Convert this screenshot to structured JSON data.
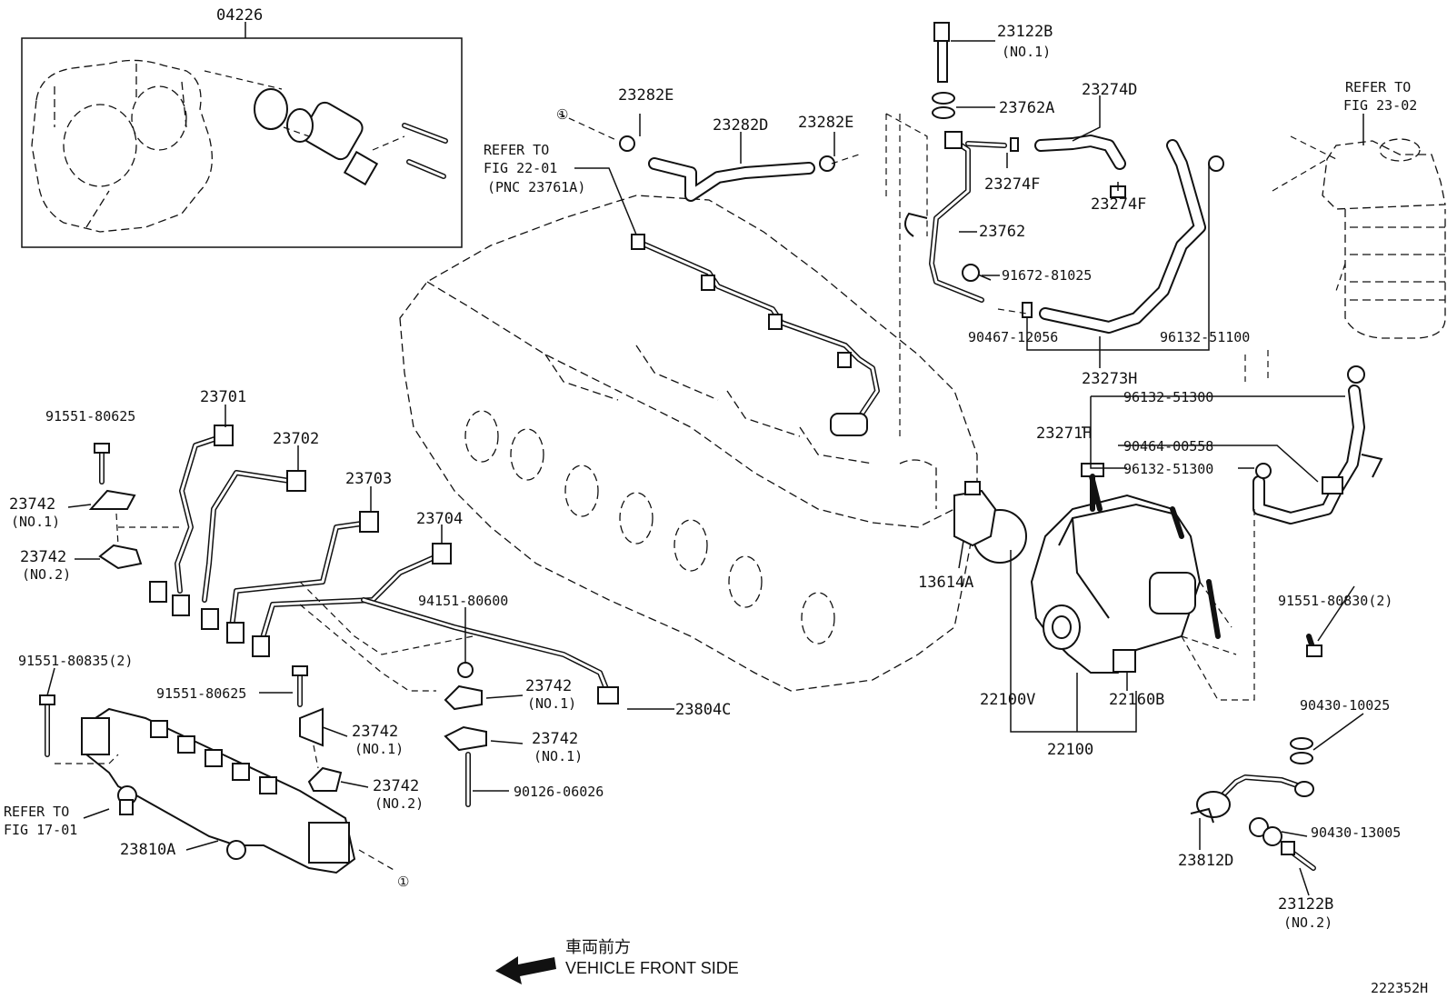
{
  "figure_id": "222352H",
  "kit_box_label": "04226",
  "direction": {
    "jp": "車両前方",
    "en": "VEHICLE FRONT SIDE",
    "arrow_icon": "arrow-left-icon"
  },
  "markers": {
    "circle_one": "①"
  },
  "refer_notes": {
    "fig_22_01": {
      "line1": "REFER TO",
      "line2": "FIG 22-01",
      "line3": "(PNC 23761A)"
    },
    "fig_23_02": {
      "line1": "REFER TO",
      "line2": "FIG 23-02"
    },
    "fig_17_01": {
      "line1": "REFER TO",
      "line2": "FIG 17-01"
    }
  },
  "parts": {
    "p23122B_1": {
      "code": "23122B",
      "sub": "(NO.1)"
    },
    "p23122B_2": {
      "code": "23122B",
      "sub": "(NO.2)"
    },
    "p23762A": "23762A",
    "p23274D": "23274D",
    "p23274F_a": "23274F",
    "p23274F_b": "23274F",
    "p23762": "23762",
    "p91672_81025": "91672-81025",
    "p90467_12056": "90467-12056",
    "p96132_51100": "96132-51100",
    "p23273H": "23273H",
    "p23282E_a": "23282E",
    "p23282D": "23282D",
    "p23282E_b": "23282E",
    "p96132_51300_a": "96132-51300",
    "p23271H": "23271H",
    "p90464_00558": "90464-00558",
    "p96132_51300_b": "96132-51300",
    "p91551_80625_a": "91551-80625",
    "p23701": "23701",
    "p23702": "23702",
    "p23703": "23703",
    "p23704": "23704",
    "p23742_no1_a": {
      "code": "23742",
      "sub": "(NO.1)"
    },
    "p23742_no2_a": {
      "code": "23742",
      "sub": "(NO.2)"
    },
    "p13614A": "13614A",
    "p94151_80600": "94151-80600",
    "p91551_80835": "91551-80835(2)",
    "p91551_80625_b": "91551-80625",
    "p23742_no1_b": {
      "code": "23742",
      "sub": "(NO.1)"
    },
    "p23742_no1_c": {
      "code": "23742",
      "sub": "(NO.1)"
    },
    "p23742_no1_d": {
      "code": "23742",
      "sub": "(NO.1)"
    },
    "p23742_no2_b": {
      "code": "23742",
      "sub": "(NO.2)"
    },
    "p23804C": "23804C",
    "p90126_06026": "90126-06026",
    "p23810A": "23810A",
    "p22100V": "22100V",
    "p22160B": "22160B",
    "p22100": "22100",
    "p91551_80830": "91551-80830(2)",
    "p90430_10025": "90430-10025",
    "p90430_13005": "90430-13005",
    "p23812D": "23812D"
  }
}
